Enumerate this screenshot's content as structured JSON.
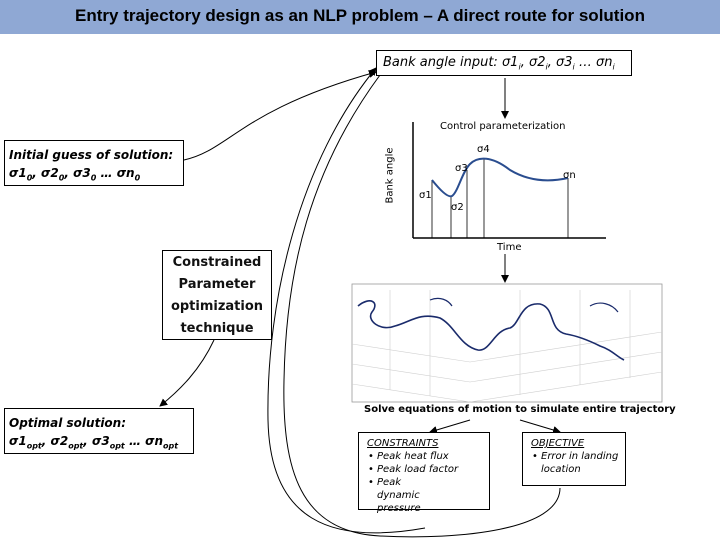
{
  "title": "Entry trajectory design as an NLP problem – A direct route for solution",
  "bank_input": {
    "prefix": "Bank angle input: ",
    "terms": [
      {
        "base": "σ1",
        "sub": "i"
      },
      {
        "base": "σ2",
        "sub": "i"
      },
      {
        "base": "σ3",
        "sub": "i"
      },
      {
        "base": "… σn",
        "sub": "i"
      }
    ]
  },
  "initial_guess": {
    "line1": "Initial guess of solution:",
    "terms": [
      {
        "base": "σ1",
        "sub": "0"
      },
      {
        "base": "σ2",
        "sub": "0"
      },
      {
        "base": "σ3",
        "sub": "0"
      },
      {
        "base": "… σn",
        "sub": "0"
      }
    ]
  },
  "control_plot": {
    "title": "Control parameterization",
    "y_label": "Bank angle",
    "x_label": "Time",
    "points": [
      "σ1",
      "σ2",
      "σ3",
      "σ4",
      "σn"
    ]
  },
  "optimizer": {
    "lines": [
      "Constrained",
      "Parameter",
      "optimization",
      "technique"
    ]
  },
  "simulate_label": "Solve equations of motion to simulate entire trajectory",
  "optimal": {
    "line1": "Optimal solution:",
    "terms": [
      {
        "base": "σ1",
        "sub": "opt"
      },
      {
        "base": "σ2",
        "sub": "opt"
      },
      {
        "base": "σ3",
        "sub": "opt"
      },
      {
        "base": "… σn",
        "sub": "opt"
      }
    ]
  },
  "constraints": {
    "heading": "CONSTRAINTS",
    "items": [
      "Peak heat flux",
      "Peak load factor",
      "Peak dynamic pressure"
    ]
  },
  "objective": {
    "heading": "OBJECTIVE",
    "items": [
      "Error in landing location"
    ]
  },
  "colors": {
    "title_bar": "#8fa8d4",
    "curve": "#2a4d8f"
  }
}
